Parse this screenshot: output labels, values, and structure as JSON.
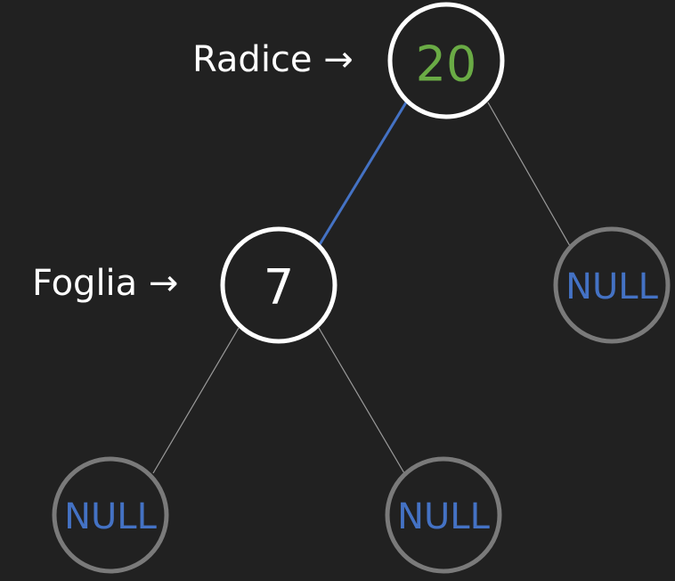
{
  "labels": {
    "root": "Radice →",
    "leaf": "Foglia →"
  },
  "nodes": {
    "root": {
      "value": "20"
    },
    "left": {
      "value": "7"
    },
    "right_null": {
      "value": "NULL"
    },
    "left_left_null": {
      "value": "NULL"
    },
    "left_right_null": {
      "value": "NULL"
    }
  },
  "colors": {
    "background": "#212121",
    "node_border": "#ffffff",
    "null_border": "#7a7a7a",
    "root_value": "#6aab45",
    "null_text": "#4472c4",
    "highlight_edge": "#4472c4",
    "plain_edge": "#9a9a9a"
  }
}
